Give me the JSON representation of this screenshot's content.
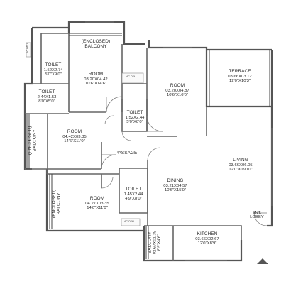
{
  "rooms": [
    {
      "id": "toilet-1",
      "name": "TOILET",
      "dim": "1.52X2.74",
      "feet": "5'0\"X9'0\""
    },
    {
      "id": "enclosed-balcony-top",
      "name": "(ENCLOSED)",
      "name2": "BALCONY"
    },
    {
      "id": "room-1",
      "name": "ROOM",
      "dim": "03.20X04.42",
      "feet": "10'6\"X14'6\""
    },
    {
      "id": "room-2",
      "name": "ROOM",
      "dim": "03.20X04.87",
      "feet": "10'6\"X16'0\""
    },
    {
      "id": "terrace",
      "name": "TERRACE",
      "dim": "03.66X03.12",
      "feet": "12'0\"X10'3\""
    },
    {
      "id": "toilet-2",
      "name": "TOILET",
      "dim": "2.44X1.53",
      "feet": "8'0\"X5'0\""
    },
    {
      "id": "toilet-3",
      "name": "TOILET",
      "dim": "1.52X2.44",
      "feet": "5'0\"X8'0\""
    },
    {
      "id": "enclosed-balcony-left",
      "name": "(ENCLOSED)",
      "name2": "BALCONY"
    },
    {
      "id": "room-3",
      "name": "ROOM",
      "dim": "04.42X03.35",
      "feet": "14'6\"X11'0\""
    },
    {
      "id": "passage",
      "name": "PASSAGE"
    },
    {
      "id": "living",
      "name": "LIVING",
      "dim": "03.66X06.05",
      "feet": "12'0\"X19'10\""
    },
    {
      "id": "toilet-4",
      "name": "TOILET",
      "dim": "1.45X2.44",
      "feet": "4'9\"X8'0\""
    },
    {
      "id": "dining",
      "name": "DINING",
      "dim": "03.21X04.57",
      "feet": "10'6\"X15'0\""
    },
    {
      "id": "enclosed-balcony-bottom",
      "name": "(ENCLOSED)",
      "name2": "BALCONY"
    },
    {
      "id": "room-4",
      "name": "ROOM",
      "dim": "04.27X03.35",
      "feet": "14'0\"X11'0\""
    },
    {
      "id": "balcony",
      "name": "BALCONY",
      "dim": "02.67X01.39",
      "feet": "8'9\"X4'6\""
    },
    {
      "id": "kitchen",
      "name": "KITCHEN",
      "dim": "03.66X02.67",
      "feet": "12'0\"X8'9\""
    }
  ],
  "entry": {
    "line1": "ENT.",
    "line2": "LOBBY"
  },
  "ac_labels": [
    "AC ODU",
    "AC ODU",
    "AC ODU"
  ]
}
